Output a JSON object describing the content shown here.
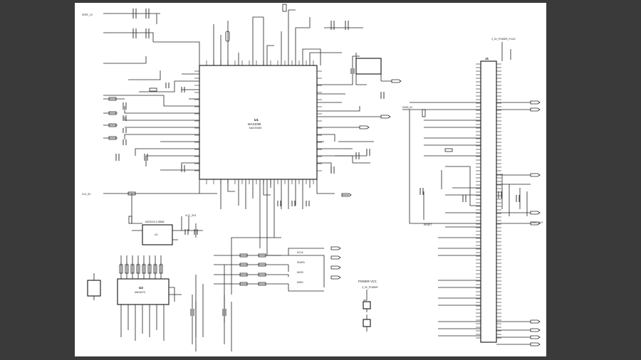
{
  "ic_main": {
    "ref": "U1",
    "part": "MAX2008",
    "sub": "MAX2008G"
  },
  "ic_ldo": {
    "ref": "U3",
    "part": "MIC5219-3.3BM5"
  },
  "ic_shift": {
    "ref": "U2",
    "part": "MAX3373"
  },
  "connector": {
    "ref": "J1",
    "net_top": "3_3V_POWER_PLUG"
  },
  "title_power": "POWER VCC",
  "power_net": "3_3V_POWER",
  "net_labels": {
    "vref": "VREF_1V",
    "clk": "CLK_IN",
    "vcc33": "VCC_3V3",
    "data_in": "DATA_IN",
    "data_out": "DATA_OUT",
    "reset": "RESET",
    "sclk": "SCLK",
    "sdata": "SDATA",
    "mosi": "MOSI",
    "miso": "MISO"
  }
}
